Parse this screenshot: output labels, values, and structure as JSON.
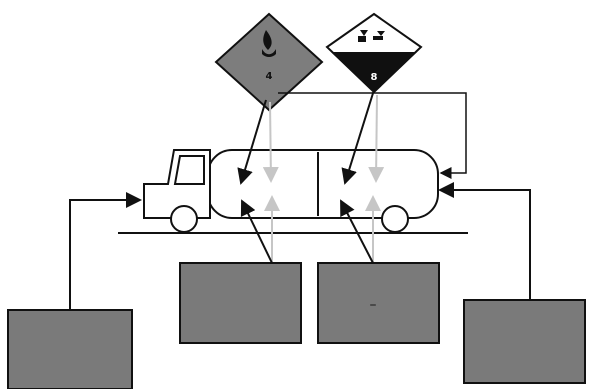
{
  "colors": {
    "box_fill": "#7a7a7a",
    "orange_placard": "#7d7d7d",
    "dark_placard": "#101010",
    "line": "#111111",
    "arrow_gray": "#bdbdbd"
  },
  "placards": [
    {
      "id": "flammable-placard",
      "icon": "flame-icon",
      "class_number": "4"
    },
    {
      "id": "corrosive-placard",
      "icon": "corrosive-icon",
      "class_number": "8"
    }
  ],
  "boxes": {
    "bottom_left": "",
    "center_left": "",
    "center_right": "–",
    "bottom_right": ""
  }
}
